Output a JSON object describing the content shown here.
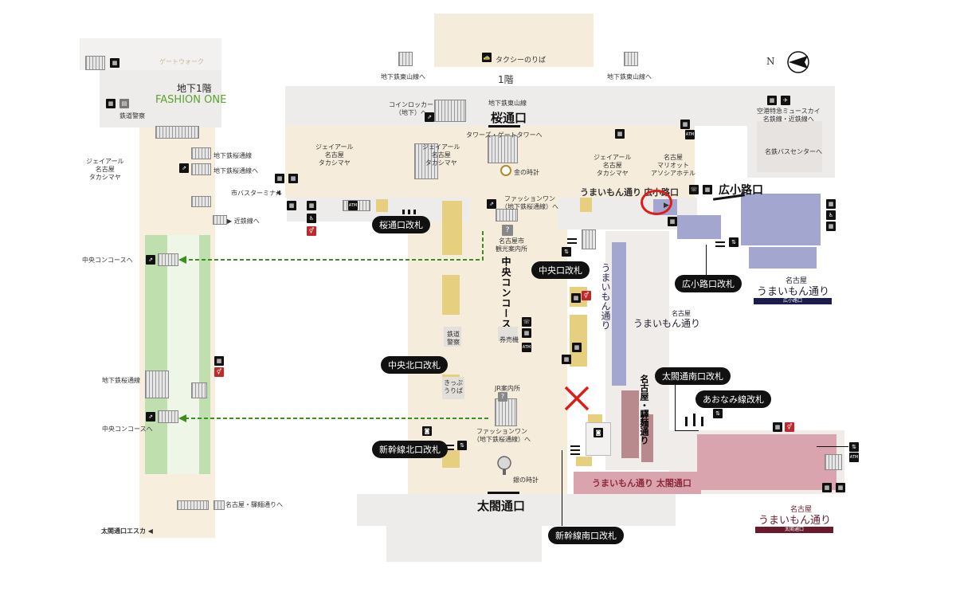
{
  "north_label": "N",
  "gateway": "ゲートウォーク",
  "floor_1": "1階",
  "taxi": "タクシーのりば",
  "floor_b1": "地下1階",
  "fashion_one": "FASHION ONE",
  "railway_police": "鉄道警察",
  "subway_higashiyama_left": "地下鉄東山線へ",
  "subway_higashiyama_right": "地下鉄東山線へ",
  "subway_sakuradori_top": "地下鉄桜通線",
  "subway_sakuradori_to": "地下鉄桜通線へ",
  "jr_takashimaya_left": "ジェイアール\n名古屋\nタカシマヤ",
  "coin_locker": "コインロッカー\n（地下）へ",
  "jr_takashimaya_a": "ジェイアール\n名古屋\nタカシマヤ",
  "jr_takashimaya_b": "ジェイアール\n名古屋\nタカシマヤ",
  "jr_takashimaya_c": "ジェイアール\n名古屋\nタカシマヤ",
  "marriott": "名古屋\nマリオット\nアソシアホテル",
  "higashiyama_line": "地下鉄東山線",
  "sakura_exit": "桜通口",
  "towers": "タワーズ・ゲートタワーへ",
  "gold_clock": "金の時計",
  "city_bus": "市バスターミナル",
  "kintetsu": "近鉄線へ",
  "sakura_gate": "桜通口改札",
  "fashion_one_to": "ファッションワン\n（地下鉄桜通線）へ",
  "tourist_info": "名古屋市\n観光案内所",
  "central_concourse": "中央コンコース",
  "umaimon_dori_h": "うまいもん通り",
  "hirokoji_kanji_small": "広小路口",
  "hirokoji_exit": "広小路口",
  "airport_line": "空港特急ミュースカイ\n名鉄線・近鉄線へ",
  "meitetsu_bus": "名鉄バスセンターへ",
  "central_gate": "中央口改札",
  "umaimon_dori_v": "うまいもん通り",
  "hirokoji_gate": "広小路口改札",
  "logo_nagoya": "名古屋",
  "logo_umaimon": "うまいもん通り",
  "logo_hirokoji_sub": "広小路口",
  "logo_nagoya_mid": "名古屋",
  "logo_umaimon_mid": "うまいもん通り",
  "chuo_concourse_left_1": "中央コンコースへ",
  "ticket_machine": "券売機",
  "railway_police_2": "鉄道\n警察",
  "central_north_gate": "中央北口改札",
  "kippu": "きっぷ\nうりば",
  "jr_info": "JR案内所",
  "fashion_one_to_2": "ファッションワン\n（地下鉄桜通線）へ",
  "subway_sakuradori_2": "地下鉄桜通線",
  "chuo_concourse_left_2": "中央コンコースへ",
  "shinkansen_north": "新幹線北口改札",
  "silver_clock": "銀の時計",
  "taiko_south_gate": "太閤通南口改札",
  "aonami_gate": "あおなみ線改札",
  "eki_men_v": "名古屋・驛麺通り",
  "eki_men_to": "名古屋・驛麺通りへ",
  "umaimon_taiko": "うまいもん通り 太閤通口",
  "taiko_exit": "太閤通口",
  "taiko_escalator": "太閤通口エスカ",
  "shinkansen_south": "新幹線南口改札",
  "logo_nagoya_bottom": "名古屋",
  "logo_umaimon_bottom": "うまいもん通り",
  "logo_taiko_sub": "太閤通口",
  "icon_atm": "ATM",
  "colors": {
    "ground_gray": "#eeeceb",
    "plaza_beige": "#f6ecdc",
    "shop_yellow": "#e6cf7e",
    "corridor_green": "#bfe0ae",
    "umaimon_purple": "#a3a6cf",
    "taiko_pink": "#d9a4ad",
    "arrow_green": "#3a8f1e",
    "marker_red": "#e01b1b",
    "fashion_green": "#5aa32e"
  }
}
